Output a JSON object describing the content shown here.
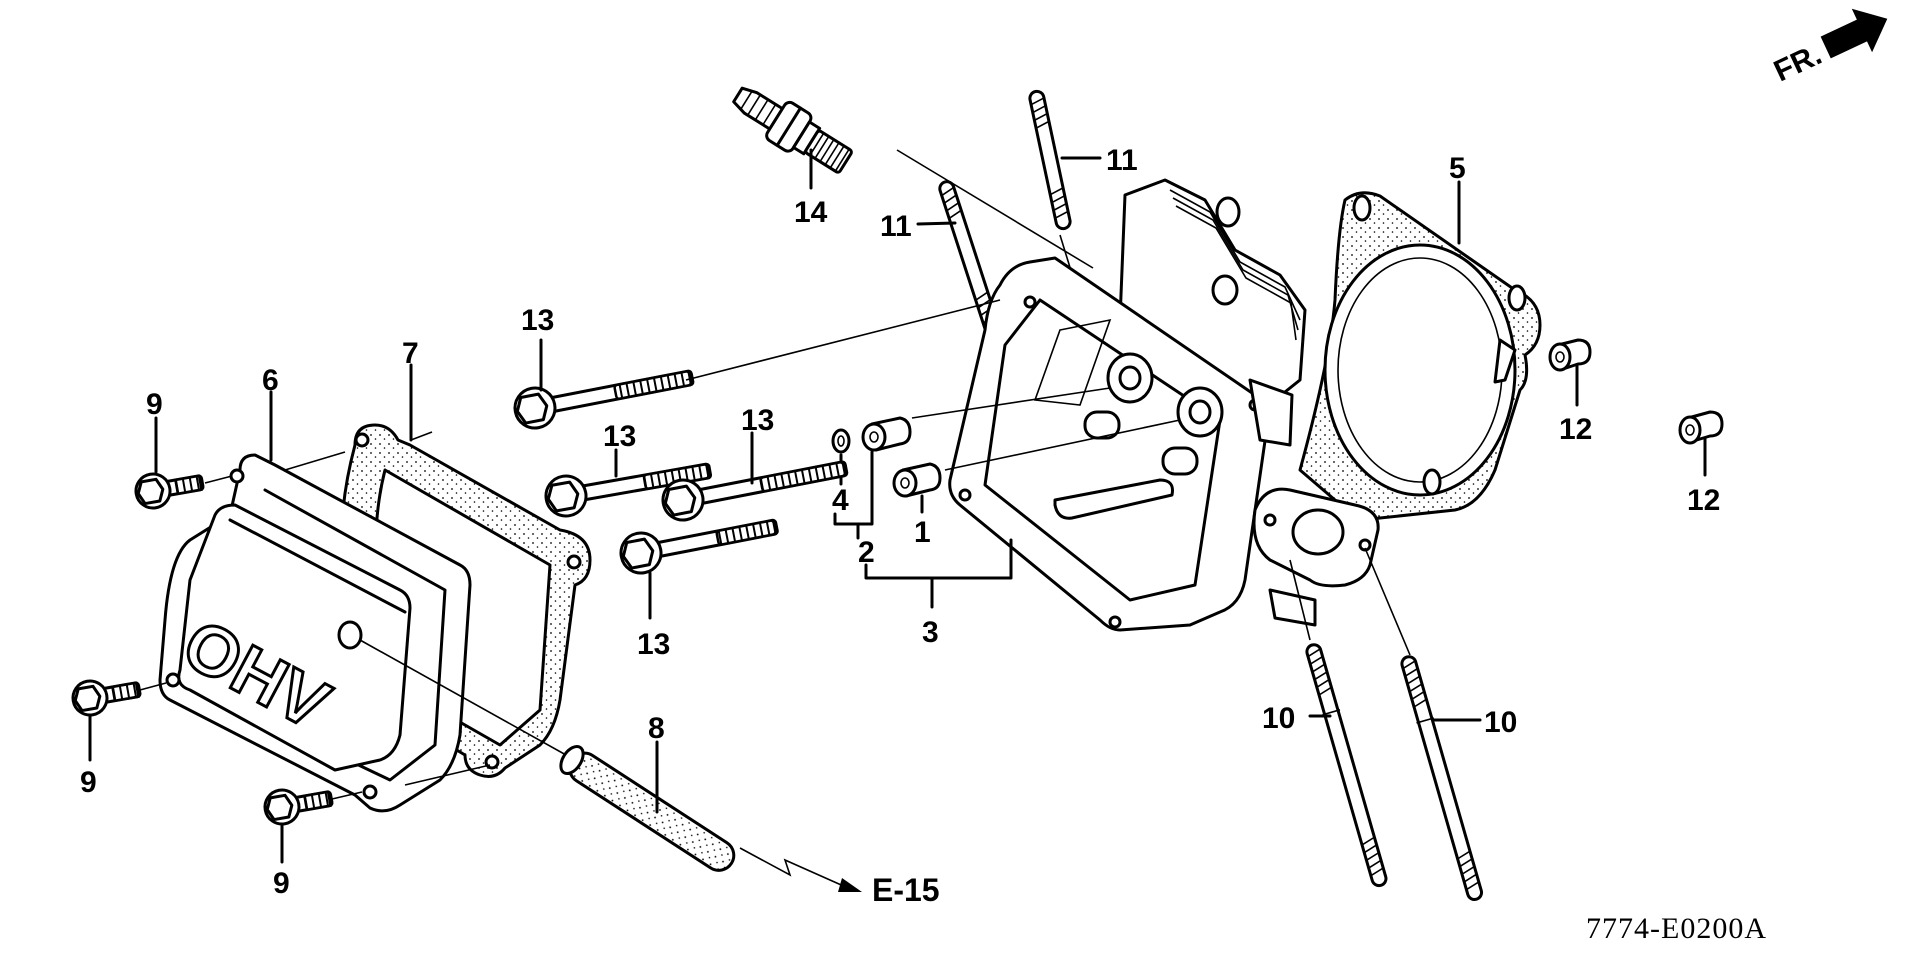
{
  "diagram": {
    "title": "Cylinder head exploded parts diagram",
    "drawing_code": "7774-E0200A",
    "direction_marker": {
      "label": "FR.",
      "icon": "arrow-right-icon"
    },
    "cross_reference": {
      "label": "E-15"
    },
    "cover_emboss": "OHV",
    "callouts": [
      {
        "id": "c1",
        "number": "1"
      },
      {
        "id": "c2",
        "number": "2"
      },
      {
        "id": "c3",
        "number": "3"
      },
      {
        "id": "c4",
        "number": "4"
      },
      {
        "id": "c5",
        "number": "5"
      },
      {
        "id": "c6",
        "number": "6"
      },
      {
        "id": "c7",
        "number": "7"
      },
      {
        "id": "c8",
        "number": "8"
      },
      {
        "id": "c9a",
        "number": "9"
      },
      {
        "id": "c9b",
        "number": "9"
      },
      {
        "id": "c9c",
        "number": "9"
      },
      {
        "id": "c10a",
        "number": "10"
      },
      {
        "id": "c10b",
        "number": "10"
      },
      {
        "id": "c11a",
        "number": "11"
      },
      {
        "id": "c11b",
        "number": "11"
      },
      {
        "id": "c12a",
        "number": "12"
      },
      {
        "id": "c12b",
        "number": "12"
      },
      {
        "id": "c13a",
        "number": "13"
      },
      {
        "id": "c13b",
        "number": "13"
      },
      {
        "id": "c13c",
        "number": "13"
      },
      {
        "id": "c13d",
        "number": "13"
      },
      {
        "id": "c14",
        "number": "14"
      }
    ],
    "parts": [
      {
        "ref": "1",
        "name": "dowel-pin"
      },
      {
        "ref": "2",
        "name": "dowel-pin"
      },
      {
        "ref": "3",
        "name": "cylinder-head-assembly"
      },
      {
        "ref": "4",
        "name": "o-ring"
      },
      {
        "ref": "5",
        "name": "cylinder-head-gasket"
      },
      {
        "ref": "6",
        "name": "head-cover"
      },
      {
        "ref": "7",
        "name": "head-cover-gasket"
      },
      {
        "ref": "8",
        "name": "breather-tube"
      },
      {
        "ref": "9",
        "name": "flange-bolt"
      },
      {
        "ref": "10",
        "name": "stud-bolt"
      },
      {
        "ref": "11",
        "name": "stud-bolt"
      },
      {
        "ref": "12",
        "name": "dowel-pin"
      },
      {
        "ref": "13",
        "name": "flange-bolt"
      },
      {
        "ref": "14",
        "name": "spark-plug"
      }
    ]
  }
}
